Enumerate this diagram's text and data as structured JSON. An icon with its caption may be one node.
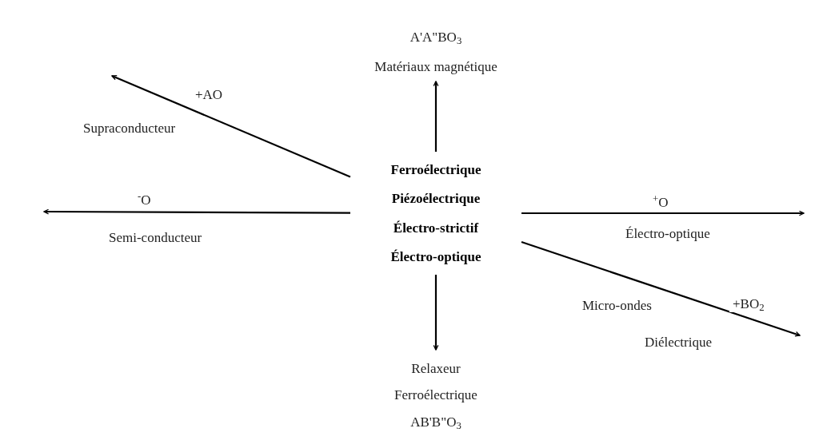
{
  "diagram": {
    "nodes": [
      {
        "text": [
          "Ferroélectrique",
          "Piézoélectrique",
          "Électro-strictif",
          "Électro-optique"
        ]
      },
      {
        "text": [
          "A'A\"BO$_{3}$",
          "Matériaux magnétique"
        ]
      },
      {
        "text": [
          "Relaxeur",
          "Ferroélectrique",
          "AB'B\"O$_{3}$"
        ]
      }
    ],
    "edges": [
      {
        "from": 0,
        "to": 1,
        "arrow": "to"
      },
      {
        "from": 0,
        "to": null,
        "arrow": "to",
        "label": "+AO"
      },
      {
        "from": 0,
        "to": null,
        "arrow": "to",
        "label": "$^{-}$O"
      },
      {
        "from": 0,
        "to": null,
        "arrow": "to",
        "label": "$^{+}$O"
      },
      {
        "from": 0,
        "to": null,
        "arrow": "to",
        "label": "+BO$_{2}$"
      },
      {
        "from": 0,
        "to": 2,
        "arrow": "to"
      }
    ],
    "labels": [
      "Supraconducteur",
      "Semi-conducteur",
      "Électro-optique",
      "Micro-ondes",
      "Diélectrique"
    ]
  }
}
